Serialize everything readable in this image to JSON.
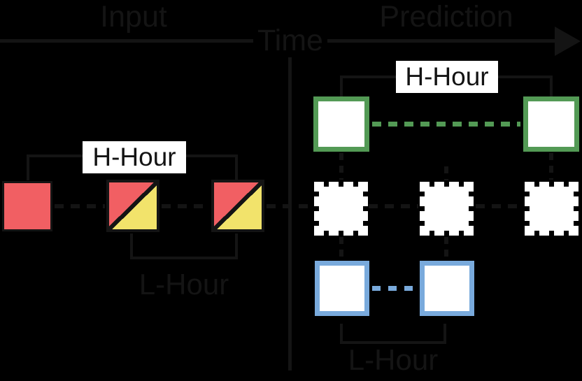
{
  "colors": {
    "background": "#000000",
    "ink": "#141414",
    "red": "#f15f63",
    "yellow": "#f2e36b",
    "green": "#539a55",
    "blue": "#79aadc",
    "square_fill": "#ffffff",
    "label_bg": "#ffffff",
    "label_text": "#131313"
  },
  "axis": {
    "input": "Input",
    "time": "Time",
    "prediction": "Prediction"
  },
  "input_section": {
    "h_hour": "H-Hour",
    "l_hour": "L-Hour"
  },
  "prediction_section": {
    "h_hour": "H-Hour",
    "l_hour": "L-Hour"
  }
}
